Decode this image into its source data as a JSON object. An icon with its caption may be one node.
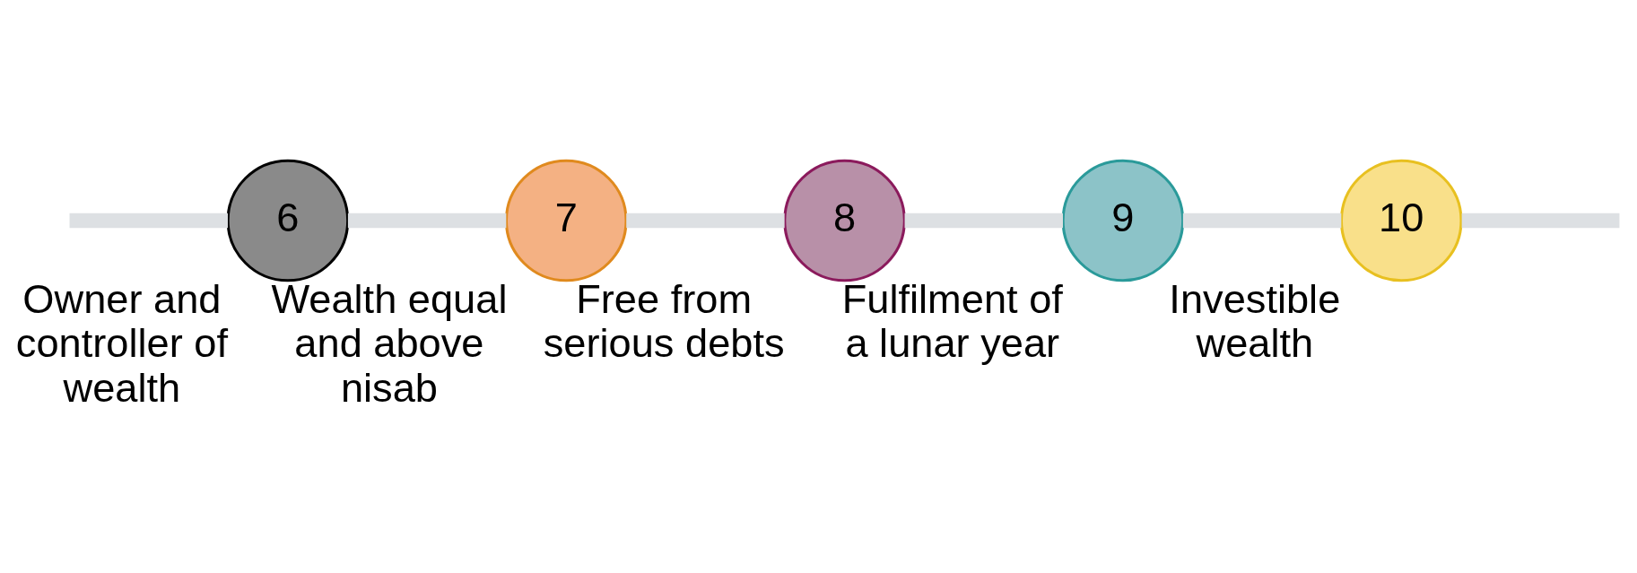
{
  "diagram": {
    "nodes": [
      {
        "text": [
          "6"
        ],
        "beside": [
          "Owner and controller of wealth"
        ]
      },
      {
        "text": [
          "7"
        ],
        "beside": [
          "Wealth equal and above nisab"
        ]
      },
      {
        "text": [
          "8"
        ],
        "beside": [
          "Free from serious debts"
        ]
      },
      {
        "text": [
          "9"
        ],
        "beside": [
          "Fulfilment of a lunar year"
        ]
      },
      {
        "text": [
          "10"
        ],
        "beside": [
          "Investible wealth"
        ]
      }
    ],
    "edges": [
      {
        "from": null,
        "to": 0,
        "arrow": "none"
      },
      {
        "from": 0,
        "to": 1,
        "arrow": "none"
      },
      {
        "from": 1,
        "to": 2,
        "arrow": "none"
      },
      {
        "from": 2,
        "to": 3,
        "arrow": "none"
      },
      {
        "from": 3,
        "to": 4,
        "arrow": "none"
      },
      {
        "from": 4,
        "to": null,
        "arrow": "none"
      }
    ]
  }
}
